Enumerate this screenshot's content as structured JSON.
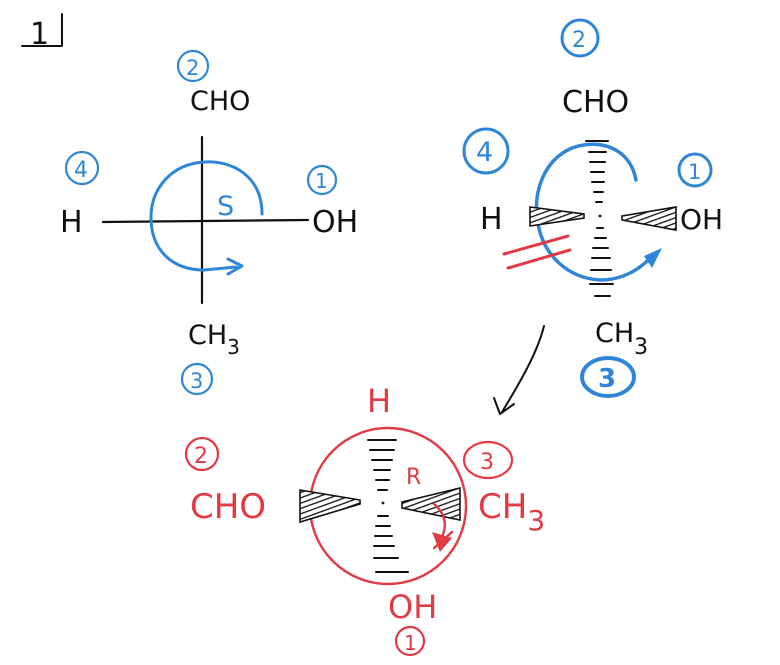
{
  "problem_number": "1",
  "colors": {
    "black": "#111111",
    "blue": "#2f86d8",
    "red": "#e23a45"
  },
  "fischer": {
    "top": {
      "group": "CHO",
      "priority": "2"
    },
    "left": {
      "group": "H",
      "priority": "4"
    },
    "right": {
      "group": "OH",
      "priority": "1"
    },
    "bottom": {
      "group": "CH",
      "subscript": "3",
      "priority": "3"
    },
    "configuration": "S"
  },
  "wedge_view": {
    "top": {
      "group": "CHO",
      "priority": "2"
    },
    "left": {
      "group": "H",
      "priority": "4"
    },
    "right": {
      "group": "OH",
      "priority": "1"
    },
    "bottom": {
      "group": "CH",
      "subscript": "3",
      "priority": "3"
    }
  },
  "rotated_view": {
    "top": {
      "group": "H"
    },
    "left": {
      "group": "CHO",
      "priority": "2"
    },
    "right": {
      "group": "CH",
      "subscript": "3",
      "priority": "3"
    },
    "bottom": {
      "group": "OH",
      "priority": "1"
    },
    "configuration": "R"
  }
}
